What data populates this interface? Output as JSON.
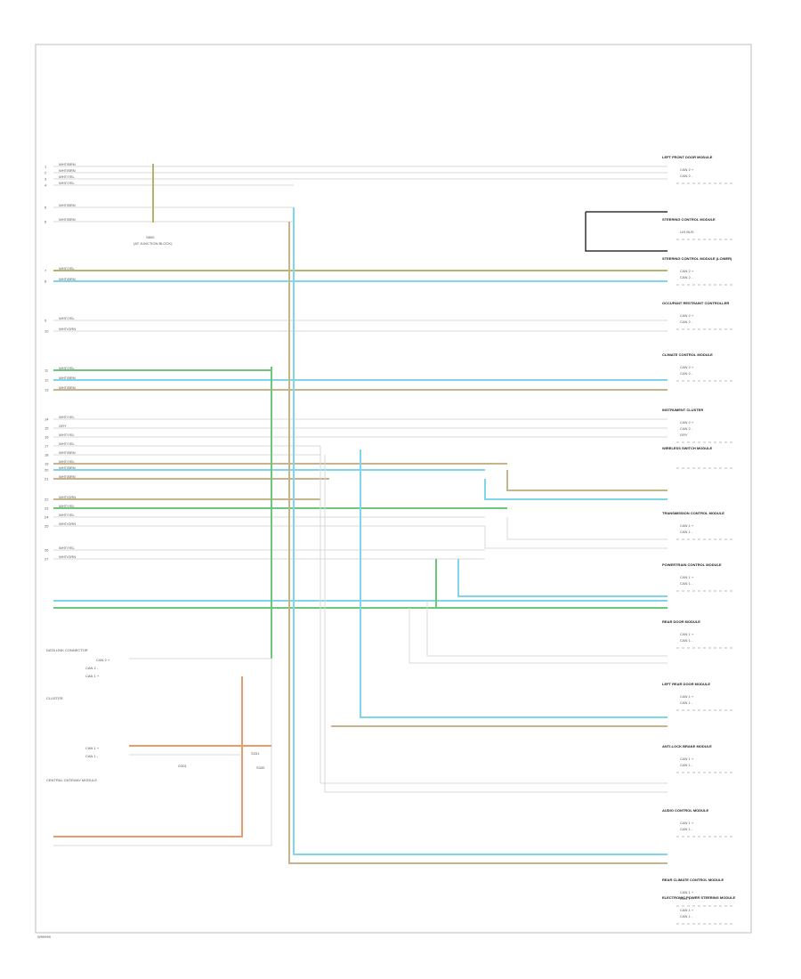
{
  "footer_code": "W99999",
  "colors": {
    "frame": "#bdbdbd",
    "wire_gray": "#d9d9d9",
    "wire_tan": "#c8b48a",
    "wire_cyan": "#7fd6e8",
    "wire_green": "#6cc77a",
    "wire_orange": "#eb9a6a",
    "wire_olive": "#b6b36a",
    "wire_black": "#333333"
  },
  "left_rows": [
    {
      "pin": "1",
      "label": "WHT/BRN"
    },
    {
      "pin": "2",
      "label": "WHT/BRN"
    },
    {
      "pin": "3",
      "label": "WHT/YEL"
    },
    {
      "pin": "4",
      "label": "WHT/YEL"
    },
    {
      "pin": "5",
      "label": "WHT/BRN"
    },
    {
      "pin": "6",
      "label": "WHT/BRN"
    },
    {
      "pin": "7",
      "label": "WHT/YEL"
    },
    {
      "pin": "8",
      "label": "WHT/BRN"
    },
    {
      "pin": "9",
      "label": "WHT/YEL"
    },
    {
      "pin": "10",
      "label": "WHT/GRN"
    },
    {
      "pin": "11",
      "label": "WHT/YEL"
    },
    {
      "pin": "12",
      "label": "WHT/BRN"
    },
    {
      "pin": "13",
      "label": "WHT/BRN"
    },
    {
      "pin": "14",
      "label": "WHT/YEL"
    },
    {
      "pin": "15",
      "label": "GRY"
    },
    {
      "pin": "16",
      "label": "WHT/YEL"
    },
    {
      "pin": "17",
      "label": "WHT/YEL"
    },
    {
      "pin": "18",
      "label": "WHT/BRN"
    },
    {
      "pin": "19",
      "label": "WHT/YEL"
    },
    {
      "pin": "20",
      "label": "WHT/BRN"
    },
    {
      "pin": "21",
      "label": "WHT/BRN"
    },
    {
      "pin": "22",
      "label": "WHT/GRN"
    },
    {
      "pin": "23",
      "label": "WHT/YEL"
    },
    {
      "pin": "24",
      "label": "WHT/YEL"
    },
    {
      "pin": "25",
      "label": "WHT/GRN"
    },
    {
      "pin": "26",
      "label": "WHT/YEL"
    },
    {
      "pin": "27",
      "label": "WHT/GRN"
    }
  ],
  "splice_label": "S800",
  "splice_sub": "(AT JUNCTION BLOCK)",
  "right_modules": [
    {
      "name": "LEFT FRONT DOOR MODULE",
      "pins": [
        "CAN 2 +",
        "CAN 2 -"
      ]
    },
    {
      "name": "STEERING CONTROL MODULE",
      "pins": [
        "LIN BUS"
      ]
    },
    {
      "name": "STEERING CONTROL MODULE (LOWER)",
      "pins": [
        "CAN 2 +",
        "CAN 2 -"
      ]
    },
    {
      "name": "OCCUPANT RESTRAINT CONTROLLER",
      "pins": [
        "CAN 2 +",
        "CAN 2 -"
      ]
    },
    {
      "name": "CLIMATE CONTROL MODULE",
      "pins": [
        "CAN 2 +",
        "CAN 2 -"
      ]
    },
    {
      "name": "INSTRUMENT CLUSTER",
      "pins": [
        "CAN 2 +",
        "CAN 2 -",
        "GRY"
      ]
    },
    {
      "name": "WIRELESS SWITCH MODULE",
      "pins": []
    },
    {
      "name": "TRANSMISSION CONTROL MODULE",
      "pins": [
        "CAN 1 +",
        "CAN 1 -"
      ]
    },
    {
      "name": "POWERTRAIN CONTROL MODULE",
      "pins": [
        "CAN 1 +",
        "CAN 1 -"
      ]
    },
    {
      "name": "REAR DOOR MODULE",
      "pins": [
        "CAN 1 +",
        "CAN 1 -"
      ]
    },
    {
      "name": "LEFT REAR DOOR MODULE",
      "pins": [
        "CAN 1 +",
        "CAN 1 -"
      ]
    },
    {
      "name": "ANTI-LOCK BRAKE MODULE",
      "pins": [
        "CAN 1 +",
        "CAN 1 -"
      ]
    },
    {
      "name": "AUDIO CONTROL MODULE",
      "pins": [
        "CAN 1 +",
        "CAN 1 -"
      ]
    },
    {
      "name": "REAR CLIMATE CONTROL MODULE",
      "pins": [
        "CAN 1 +",
        "CAN 1 -"
      ]
    },
    {
      "name": "ELECTRONIC POWER STEERING MODULE",
      "pins": [
        "CAN 1 +",
        "CAN 1 -"
      ]
    }
  ],
  "lower_left": {
    "data_link_title": "DATA LINK CONNECTOR",
    "dlc_label": "CLUSTER",
    "dlc_pins": [
      "CAN 2 +",
      "CAN 2 -",
      "CAN 1 +"
    ],
    "gateway_title": "CENTRAL GATEWAY MODULE",
    "gateway_pins": [
      "CAN 1 +",
      "CAN 1 -"
    ],
    "splice_a": "S331",
    "splice_b": "S330",
    "ground_label": "G301"
  }
}
